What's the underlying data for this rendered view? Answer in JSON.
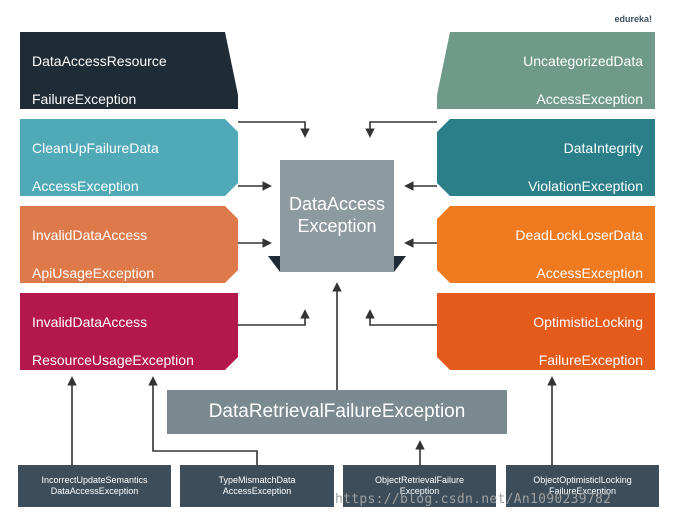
{
  "logo": "edureka!",
  "colors": {
    "dark_navy": "#1f2c35",
    "teal_light": "#4fa9b6",
    "orange_light": "#de7a4a",
    "crimson": "#b3174b",
    "sage": "#6f9a8a",
    "teal_dark": "#2b7f89",
    "orange": "#f07a20",
    "orange_red": "#e45b1c",
    "center_grey": "#8d9ba1",
    "retrieval_grey": "#7a8a90",
    "small_box": "#3d4e5a",
    "arrow": "#333333"
  },
  "left_boxes": [
    {
      "line1": "DataAccessResource",
      "line2": "FailureException"
    },
    {
      "line1": "CleanUpFailureData",
      "line2": "AccessException"
    },
    {
      "line1": "InvalidDataAccess",
      "line2": "ApiUsageException"
    },
    {
      "line1": "InvalidDataAccess",
      "line2": "ResourceUsageException"
    }
  ],
  "right_boxes": [
    {
      "line1": "UncategorizedData",
      "line2": "AccessException"
    },
    {
      "line1": "DataIntegrity",
      "line2": "ViolationException"
    },
    {
      "line1": "DeadLockLoserData",
      "line2": "AccessException"
    },
    {
      "line1": "OptimisticLocking",
      "line2": "FailureException"
    }
  ],
  "center": {
    "line1": "DataAccess",
    "line2": "Exception"
  },
  "retrieval": "DataRetrievalFailureException",
  "bottom_boxes": [
    {
      "line1": "IncorrectUpdateSemantics",
      "line2": "DataAccessException"
    },
    {
      "line1": "TypeMismatchData",
      "line2": "AccessException"
    },
    {
      "line1": "ObjectRetrievalFailure",
      "line2": "Exception"
    },
    {
      "line1": "ObjectOptimisticlLocking",
      "line2": "FailureException"
    }
  ],
  "watermark": "https://blog.csdn.net/An1090239782"
}
